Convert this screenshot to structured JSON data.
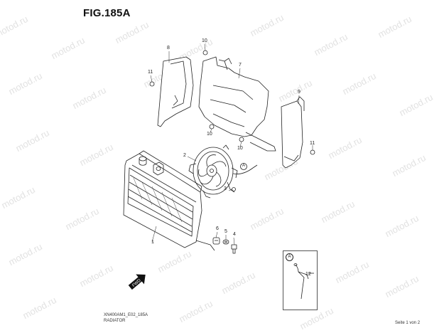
{
  "figure": {
    "title": "FIG.185A"
  },
  "watermark": {
    "text": "motod.ru"
  },
  "callouts": {
    "radiator": "1",
    "fan": "2",
    "screw_fan": "3",
    "bolt": "4",
    "washer": "5",
    "grommet": "6",
    "shroud_center": "7",
    "cover_left": "8",
    "cover_right": "9",
    "bolt_top": "10",
    "bolt_mid": "10",
    "bolt_low": "10",
    "bolt_left": "11",
    "bolt_right": "11",
    "inset_part": "12",
    "connector_ref": "A",
    "inset_ref": "A"
  },
  "footer": {
    "code": "XN400AM1_E02_185A",
    "name": "RADIATOR",
    "page": "Seite 1 von 2"
  },
  "fwd_label": "FWD"
}
